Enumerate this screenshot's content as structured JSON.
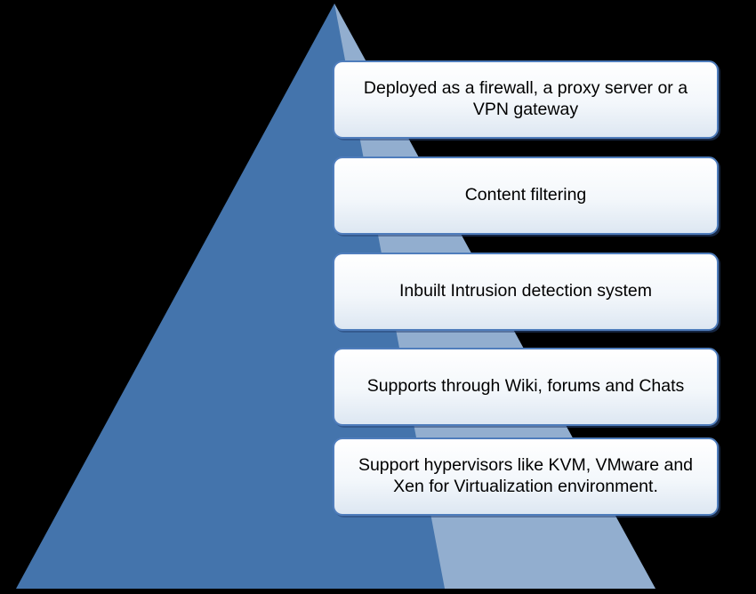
{
  "diagram": {
    "type": "pyramid-list",
    "background_color": "#000000",
    "pyramid": {
      "fill_color": "#4474ac",
      "highlight_color": "#b6c5d9"
    },
    "box_style": {
      "border_color": "#4f7dbc",
      "fill_top": "#ffffff",
      "fill_bottom": "#dde7f2",
      "text_color": "#000000"
    },
    "items": [
      {
        "label": "Deployed as a firewall, a proxy server or a VPN gateway"
      },
      {
        "label": "Content filtering"
      },
      {
        "label": "Inbuilt Intrusion detection system"
      },
      {
        "label": "Supports through Wiki, forums and Chats"
      },
      {
        "label": "Support hypervisors like KVM, VMware and Xen for Virtualization environment."
      }
    ]
  }
}
